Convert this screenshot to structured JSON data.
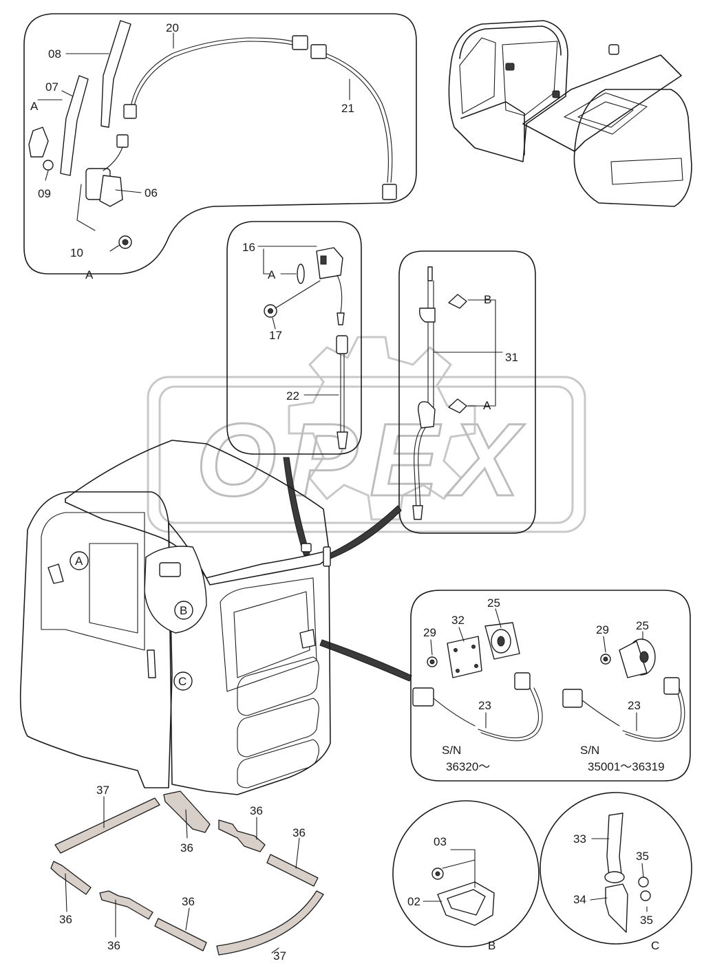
{
  "watermark": {
    "brand": "OPEX"
  },
  "callouts": {
    "n02": "02",
    "n03": "03",
    "n06": "06",
    "n07": "07",
    "n08": "08",
    "n09": "09",
    "n10": "10",
    "n16": "16",
    "n17": "17",
    "n20": "20",
    "n21": "21",
    "n22": "22",
    "n23a": "23",
    "n23b": "23",
    "n25a": "25",
    "n25b": "25",
    "n29a": "29",
    "n29b": "29",
    "n31": "31",
    "n32": "32",
    "n33": "33",
    "n34": "34",
    "n35a": "35",
    "n35b": "35",
    "n36a": "36",
    "n36b": "36",
    "n36c": "36",
    "n36d": "36",
    "n36e": "36",
    "n36f": "36",
    "n37a": "37",
    "n37b": "37"
  },
  "detail_tags": {
    "a_title": "A",
    "a_ref": "A",
    "a_lamp": "A",
    "a_clip": "A",
    "a_cab": "A",
    "b_clip": "B",
    "b_cab": "B",
    "b_title": "B",
    "c_cab": "C",
    "c_title": "C"
  },
  "serial_notes": {
    "sn_label_1": "S/N",
    "sn_range_1": "36320～",
    "sn_label_2": "S/N",
    "sn_range_2": "35001～36319"
  }
}
